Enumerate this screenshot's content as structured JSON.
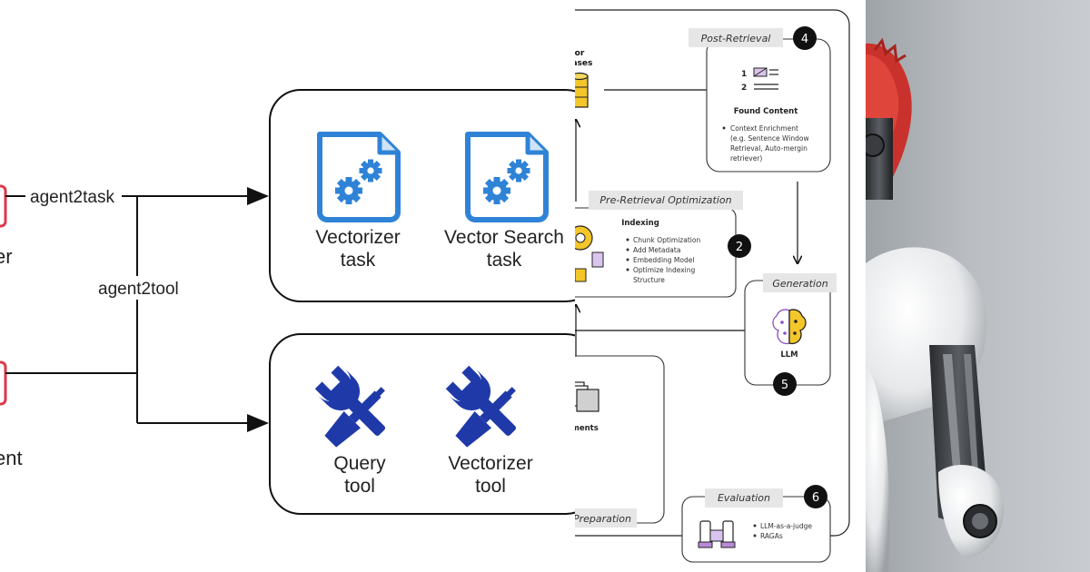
{
  "left_diagram": {
    "edge_agent2task": "agent2task",
    "edge_agent2tool": "agent2tool",
    "partial_label_top": "er",
    "partial_label_bottom": "ent",
    "tasks": [
      {
        "line1": "Vectorizer",
        "line2": "task",
        "icon": "gear-document-icon"
      },
      {
        "line1": "Vector Search",
        "line2": "task",
        "icon": "gear-document-icon"
      }
    ],
    "tools": [
      {
        "line1": "Query",
        "line2": "tool",
        "icon": "wrench-screwdriver-icon"
      },
      {
        "line1": "Vectorizer",
        "line2": "tool",
        "icon": "wrench-screwdriver-icon"
      }
    ],
    "colors": {
      "task_icon": "#2f83d6",
      "tool_icon": "#1f3aa8",
      "agent_box": "#d93a4a"
    }
  },
  "rag_diagram": {
    "vector_db_label_1": "ctor",
    "vector_db_label_2": "bases",
    "post_retrieval": {
      "title": "Post-Retrieval",
      "step": "4",
      "list_1": "1",
      "list_2": "2",
      "heading": "Found Content",
      "bullet": "Context Enrichment",
      "detail_1": "(e.g. Sentence Window",
      "detail_2": "Retrieval, Auto-mergin",
      "detail_3": "retriever)"
    },
    "pre_retrieval": {
      "title": "Pre-Retrieval Optimization",
      "step": "2",
      "heading": "Indexing",
      "items": [
        "Chunk Optimization",
        "Add Metadata",
        "Embedding Model",
        "Optimize Indexing"
      ],
      "item_continued": "Structure"
    },
    "generation": {
      "title": "Generation",
      "label": "LLM",
      "step": "5"
    },
    "documents_label": "ments",
    "preparation_label": "Preparation",
    "evaluation": {
      "title": "Evaluation",
      "step": "6",
      "items": [
        "LLM-as-a-judge",
        "RAGAs"
      ]
    },
    "colors": {
      "accent": "#b98ad8",
      "yellow": "#f3c62a",
      "label_bg": "#e6e6e6"
    }
  }
}
